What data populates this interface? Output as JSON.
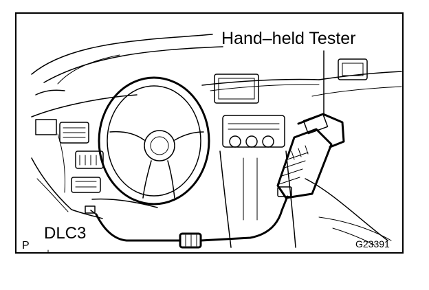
{
  "labels": {
    "tester": "Hand–held Tester",
    "connector": "DLC3",
    "figure_code": "G23391",
    "page_mark": "P"
  },
  "colors": {
    "line": "#000000",
    "background": "#ffffff"
  },
  "icons": [
    "car-dashboard-illustration",
    "steering-wheel-icon",
    "hand-held-tester-icon",
    "connector-icon",
    "cable-icon"
  ]
}
